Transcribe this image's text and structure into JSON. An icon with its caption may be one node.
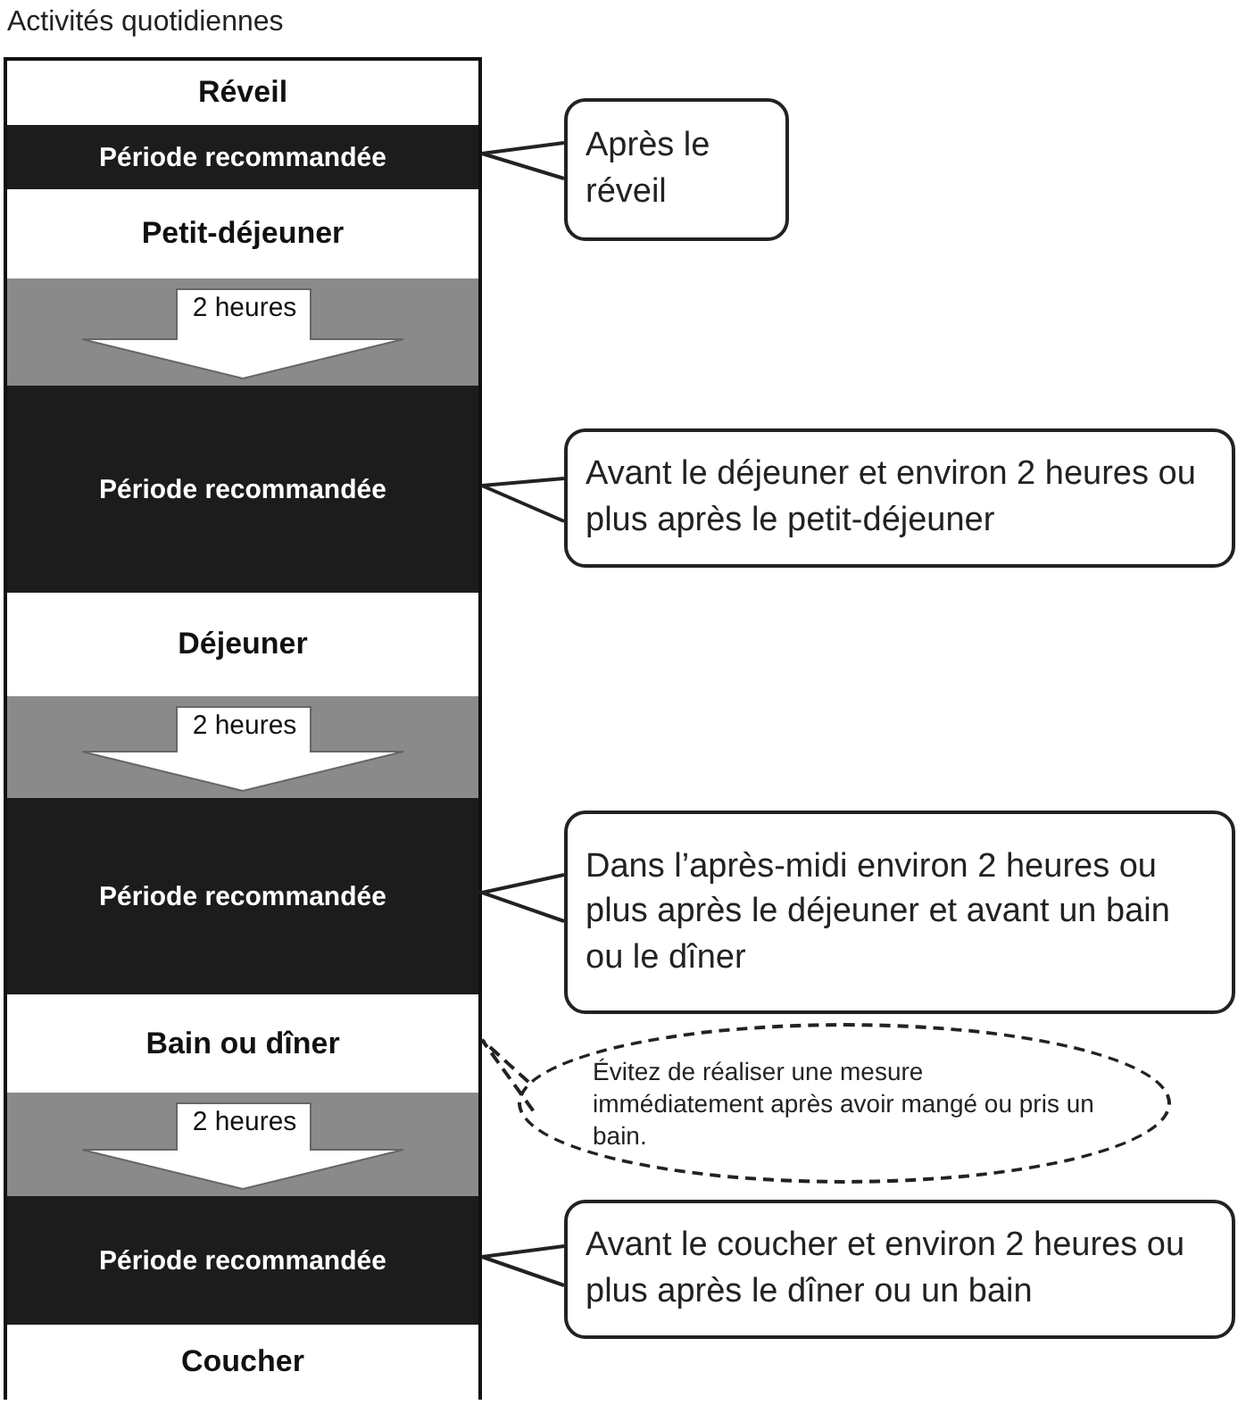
{
  "diagram": {
    "nodes": [
      {
        "text": [
          "Activités quotidiennes"
        ]
      },
      {
        "text": [
          "Réveil"
        ],
        "in": 0
      },
      {
        "text": [
          "Période recommandée"
        ],
        "in": 0
      },
      {
        "text": [
          "Petit-déjeuner"
        ],
        "in": 0
      },
      {
        "text": [
          "2 heures"
        ],
        "in": 0
      },
      {
        "text": [
          "Période recommandée"
        ],
        "in": 0
      },
      {
        "text": [
          "Déjeuner"
        ],
        "in": 0
      },
      {
        "text": [
          "2 heures"
        ],
        "in": 0
      },
      {
        "text": [
          "Période recommandée"
        ],
        "in": 0
      },
      {
        "text": [
          "Bain ou dîner"
        ],
        "in": 0
      },
      {
        "text": [
          "2 heures"
        ],
        "in": 0
      },
      {
        "text": [
          "Période recommandée"
        ],
        "in": 0
      },
      {
        "text": [
          "Coucher"
        ],
        "in": 0
      },
      {
        "text": [
          "Après le réveil"
        ]
      },
      {
        "text": [
          "Avant le déjeuner et environ 2 heures ou plus après le petit-déjeuner"
        ]
      },
      {
        "text": [
          "Dans l’après-midi environ 2 heures ou plus après le déjeuner et avant un bain ou le dîner"
        ]
      },
      {
        "text": [
          "Évitez de réaliser une mesure immédiatement après avoir mangé ou pris un bain."
        ]
      },
      {
        "text": [
          "Avant le coucher et environ 2 heures ou plus après le dîner ou un bain"
        ]
      }
    ],
    "edges": [
      {
        "from": 13,
        "to": 2,
        "arrow": "none"
      },
      {
        "from": 14,
        "to": 5,
        "arrow": "none"
      },
      {
        "from": 15,
        "to": 8,
        "arrow": "none"
      },
      {
        "from": 16,
        "to": 9,
        "arrow": "none",
        "style": "dashed"
      },
      {
        "from": 17,
        "to": 11,
        "arrow": "none"
      }
    ]
  }
}
